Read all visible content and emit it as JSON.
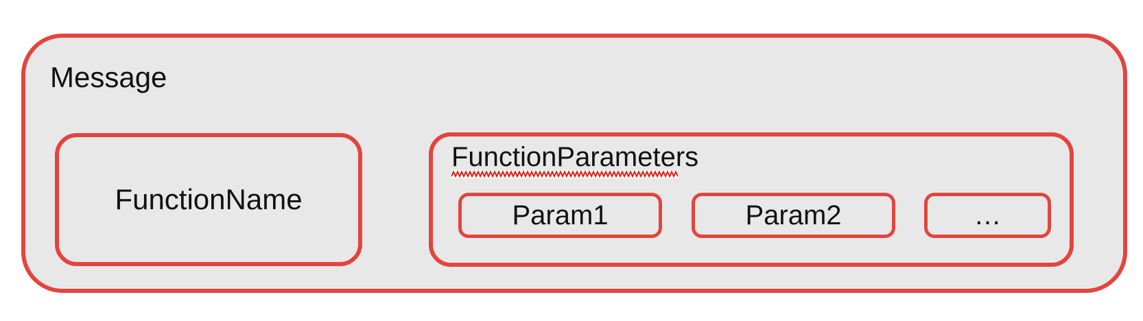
{
  "diagram": {
    "message": {
      "label": "Message",
      "function_name": {
        "label": "FunctionName"
      },
      "function_parameters": {
        "label": "FunctionParameters",
        "params": [
          {
            "label": "Param1"
          },
          {
            "label": "Param2"
          },
          {
            "label": "…"
          }
        ]
      }
    }
  },
  "colors": {
    "border_red": "#E2453E",
    "squiggle_red": "#E01E14",
    "box_fill": "#E8E8E8",
    "text": "#111111",
    "background": "#FFFFFF"
  }
}
